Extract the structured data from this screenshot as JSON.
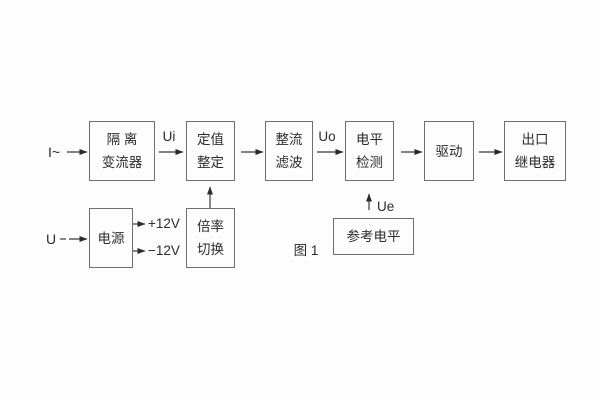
{
  "page": {
    "background": "#fdfdfd",
    "ink": "#2b2b2b",
    "line_color": "#3a3a3a",
    "box_border_color": "#6e6e6e"
  },
  "diagram": {
    "caption": "图 1",
    "inputs": {
      "current": "I~",
      "voltage": "U"
    },
    "signals": {
      "ui": "Ui",
      "uo": "Uo",
      "ue": "Ue"
    },
    "power_rails": {
      "positive": "+12V",
      "negative": "−12V"
    },
    "blocks": {
      "isolation": {
        "line1": "隔 离",
        "line2": "变流器"
      },
      "setting": {
        "line1": "定值",
        "line2": "整定"
      },
      "rectify": {
        "line1": "整流",
        "line2": "滤波"
      },
      "level": {
        "line1": "电平",
        "line2": "检测"
      },
      "drive": {
        "line1": "驱动"
      },
      "output": {
        "line1": "出口",
        "line2": "继电器"
      },
      "power": {
        "line1": "电源"
      },
      "ratio": {
        "line1": "倍率",
        "line2": "切换"
      },
      "reference": {
        "line1": "参考电平"
      }
    }
  }
}
